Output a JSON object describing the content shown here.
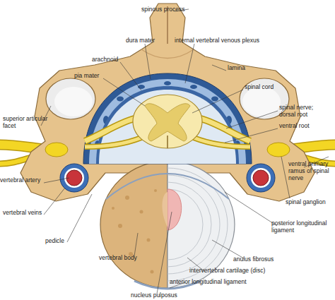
{
  "diagram": {
    "labels": [
      "spinous process",
      "dura mater",
      "internal vertebral venous plexus",
      "arachnoid",
      "lamina",
      "pia mater",
      "spinal cord",
      "spinal nerve; dorsal root",
      "ventral root",
      "superior articular facet",
      "ventral primary ramus of spinal nerve",
      "vertebral artery",
      "spinal ganglion",
      "vertebral veins",
      "posterior longitudinal ligament",
      "pedicle",
      "anulus fibrosus",
      "vertebral body",
      "intervertebral cartilage (disc)",
      "anterior longitudinal ligament",
      "nucleus pulposus"
    ]
  }
}
